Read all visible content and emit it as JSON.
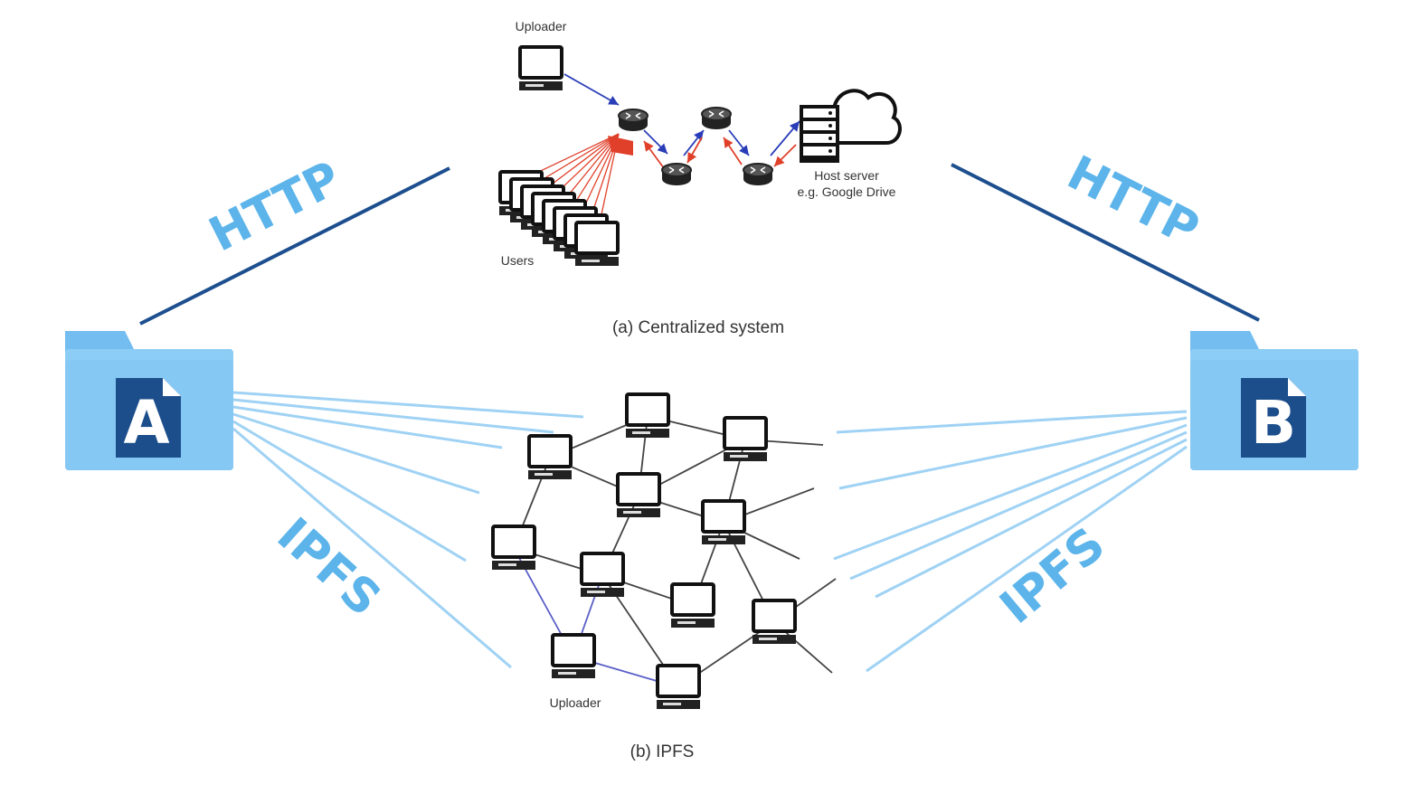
{
  "colors": {
    "http_line": "#1d4f8f",
    "http_text": "#5cb4ea",
    "ipfs_line": "#9fd2f4",
    "ipfs_text": "#5cb4ea",
    "folder_back": "#74bdf0",
    "folder_front": "#8ccdf6",
    "doc_fill": "#1c4e8c",
    "upload_arrow": "#2a3db8",
    "download_arrow": "#e0402a",
    "mesh_line": "#444444",
    "mesh_highlight": "#5a5fc7"
  },
  "icons": {
    "computer": "computer-icon",
    "router": "router-icon",
    "server": "server-rack-icon",
    "cloud": "cloud-icon",
    "folder": "folder-icon"
  },
  "centralized": {
    "uploader_label": "Uploader",
    "host_label_line1": "Host server",
    "host_label_line2": "e.g. Google Drive",
    "users_label": "Users",
    "caption": "(a) Centralized system"
  },
  "ipfs": {
    "uploader_label": "Uploader",
    "caption": "(b) IPFS"
  },
  "protocols": {
    "left_http": "HTTP",
    "right_http": "HTTP",
    "left_ipfs": "IPFS",
    "right_ipfs": "IPFS"
  },
  "folders": {
    "left_letter": "A",
    "right_letter": "B"
  }
}
